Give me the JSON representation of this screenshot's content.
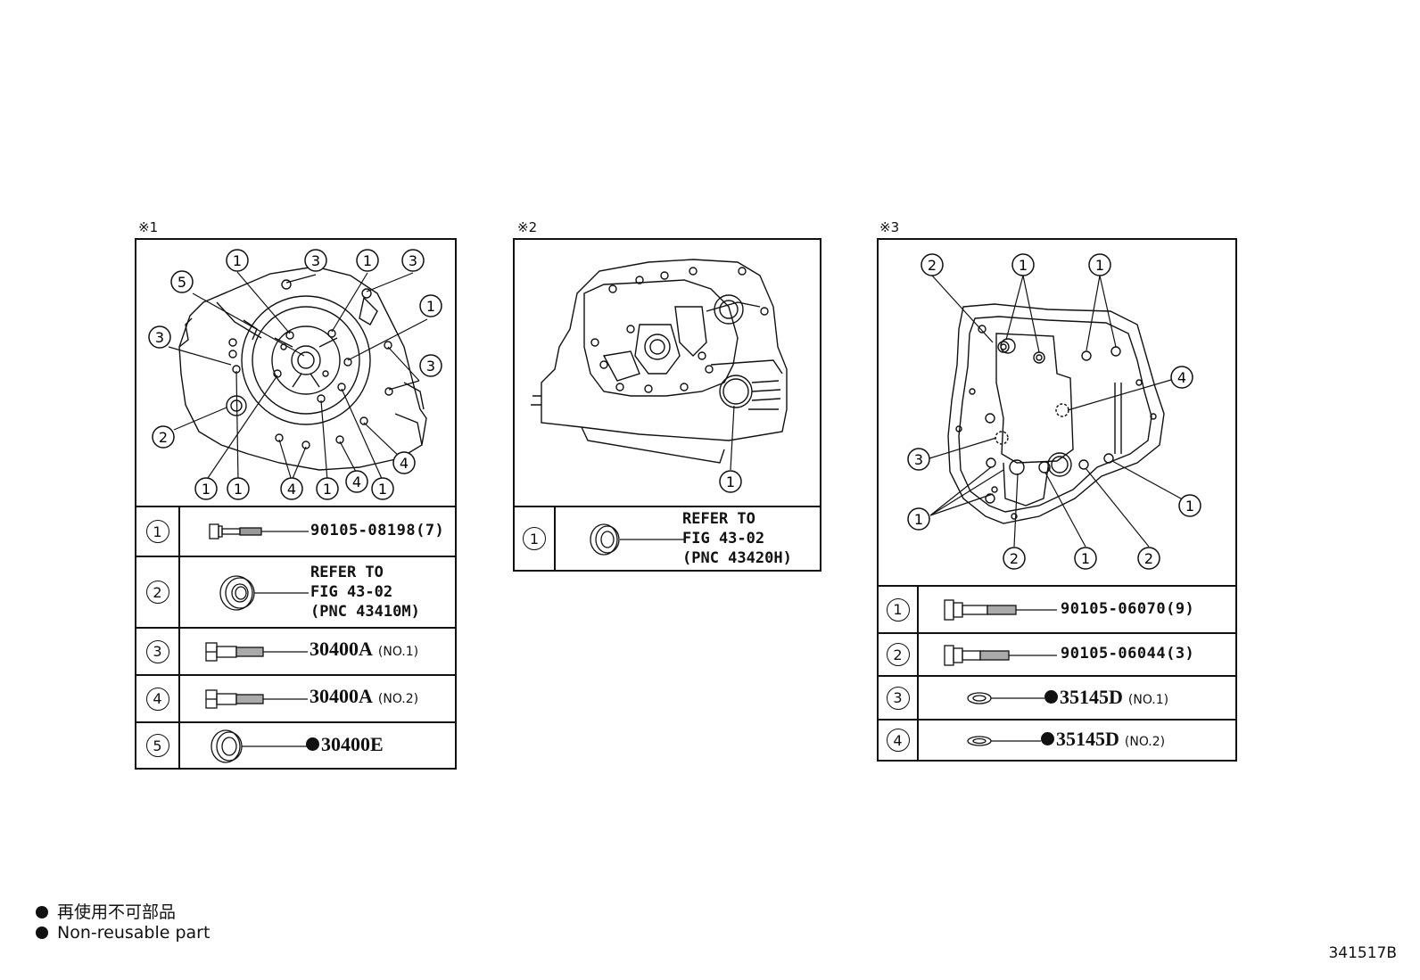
{
  "panels": [
    {
      "mark": "※1",
      "rows": [
        {
          "index": "1",
          "part": "90105-08198(7)"
        },
        {
          "index": "2",
          "refer_lines": [
            "REFER TO",
            "FIG 43-02",
            "(PNC 43410M)"
          ]
        },
        {
          "index": "3",
          "part": "30400A",
          "suffix": "(NO.1)"
        },
        {
          "index": "4",
          "part": "30400A",
          "suffix": "(NO.2)"
        },
        {
          "index": "5",
          "part": "30400E",
          "non_reusable": true
        }
      ],
      "callouts": [
        "1",
        "3",
        "1",
        "3",
        "5",
        "1",
        "3",
        "3",
        "2",
        "4",
        "1",
        "1",
        "4",
        "1",
        "4",
        "1"
      ]
    },
    {
      "mark": "※2",
      "rows": [
        {
          "index": "1",
          "refer_lines": [
            "REFER TO",
            "FIG 43-02",
            "(PNC 43420H)"
          ]
        }
      ],
      "callouts": [
        "1"
      ]
    },
    {
      "mark": "※3",
      "rows": [
        {
          "index": "1",
          "part": "90105-06070(9)"
        },
        {
          "index": "2",
          "part": "90105-06044(3)"
        },
        {
          "index": "3",
          "part": "35145D",
          "suffix": "(NO.1)",
          "non_reusable": true
        },
        {
          "index": "4",
          "part": "35145D",
          "suffix": "(NO.2)",
          "non_reusable": true
        }
      ],
      "callouts": [
        "2",
        "1",
        "1",
        "4",
        "3",
        "1",
        "1",
        "2",
        "1",
        "2"
      ]
    }
  ],
  "legend": {
    "jp": "再使用不可部品",
    "en": "Non-reusable part"
  },
  "illustration_code": "341517B"
}
